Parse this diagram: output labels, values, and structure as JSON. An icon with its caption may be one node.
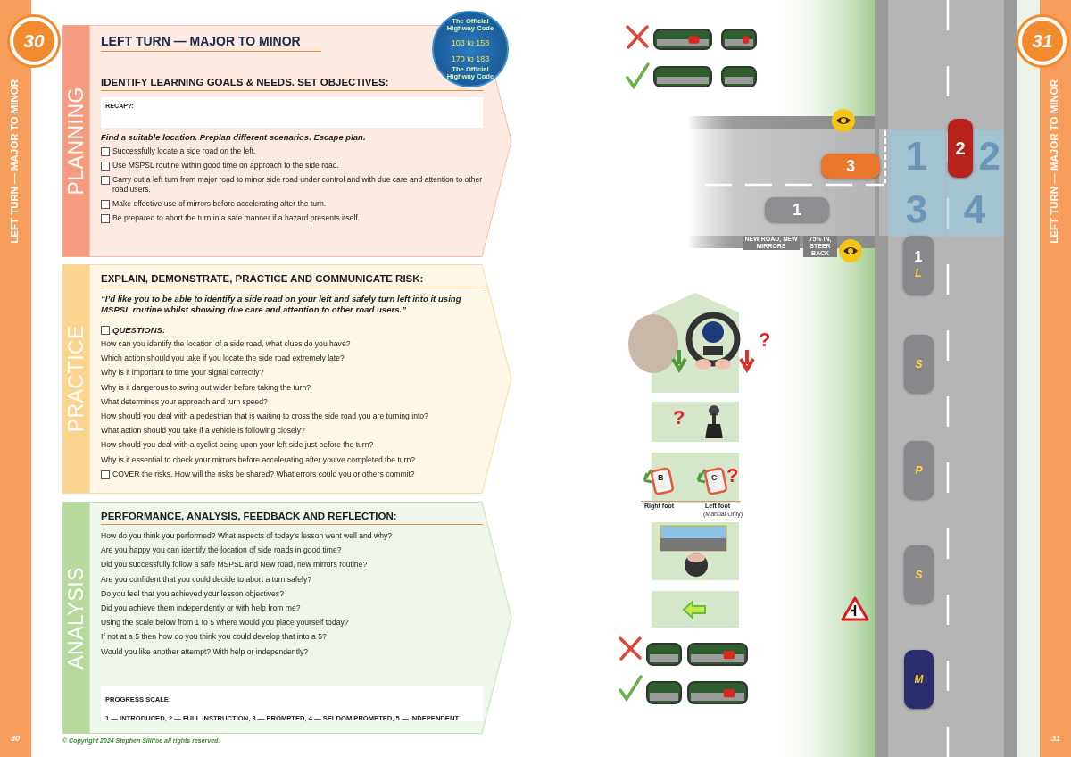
{
  "diagram": {
    "title": "LEFT TURN — MAJOR TO MINOR",
    "nodes": [
      {
        "text": [
          "30"
        ]
      },
      {
        "text": [
          "PLANNING",
          "IDENTIFY LEARNING GOALS & NEEDS. SET OBJECTIVES:",
          "Find a suitable location. Preplan different scenarios. Escape plan.",
          "Successfully locate a side road on the left.",
          "Use MSPSL routine within good time on approach to the side road.",
          "Carry out a left turn from major road to minor side road under control and with due care and attention to other road users.",
          "Make effective use of mirrors before accelerating after the turn.",
          "Be prepared to abort the turn in a safe manner if a hazard presents itself."
        ]
      },
      {
        "text": [
          "RECAP?:"
        ],
        "in": 1
      },
      {
        "text": [
          "The Official Highway Code",
          "103 to 158",
          "170 to 183",
          "The Official Highway Code"
        ]
      },
      {
        "text": [
          "PRACTICE",
          "EXPLAIN, DEMONSTRATE, PRACTICE AND COMMUNICATE RISK:",
          "“I’d like you to be able to identify a side road on your left and safely turn left into it using MSPSL routine whilst showing due care and attention to other road users.”",
          "QUESTIONS:",
          "How can you identify the location of a side road, what clues do you have?",
          "Which action should you take if you locate the side road extremely late?",
          "Why is it important to time your signal correctly?",
          "Why is it dangerous to swing out wider before taking the turn?",
          "What determines your approach and turn speed?",
          "How should you deal with a pedestrian that is waiting to cross the side road you are turning into?",
          "What action should you take if a vehicle is following closely?",
          "How should you deal with a cyclist being upon your left side just before the turn?",
          "Why is it essential to check your mirrors before accelerating after you’ve completed the turn?",
          "COVER the risks. How will the risks be shared? What errors could you or others commit?"
        ]
      },
      {
        "text": [
          "ANALYSIS",
          "PERFORMANCE, ANALYSIS, FEEDBACK AND REFLECTION:",
          "How do you think you performed? What aspects of today’s lesson went well and why?",
          "Are you happy you can identify the location of side roads in good time?",
          "Did you successfully follow a safe MSPSL and New road, new mirrors routine?",
          "Are you confident that you could decide to abort a turn safely?",
          "Do you feel that you achieved your lesson objectives?",
          "Did you achieve them independently or with help from me?",
          "Using the scale below from 1 to 5 where would you place yourself today?",
          "If not at a 5 then how do you think you could develop that into a 5?",
          "Would you like another attempt? With help or independently?"
        ]
      },
      {
        "text": [
          "PROGRESS SCALE:",
          "1 — INTRODUCED, 2 — FULL INSTRUCTION, 3 — PROMPTED, 4 — SELDOM PROMPTED, 5 — INDEPENDENT"
        ],
        "in": 5
      },
      {
        "text": [
          "31"
        ]
      },
      {
        "text": [
          "1"
        ]
      },
      {
        "text": [
          "2"
        ]
      },
      {
        "text": [
          "2"
        ]
      },
      {
        "text": [
          "3"
        ]
      },
      {
        "text": [
          "3"
        ]
      },
      {
        "text": [
          "4"
        ]
      },
      {
        "text": [
          "1"
        ]
      },
      {
        "text": [
          "1",
          "L"
        ]
      },
      {
        "text": [
          "S"
        ]
      },
      {
        "text": [
          "P"
        ]
      },
      {
        "text": [
          "S"
        ]
      },
      {
        "text": [
          "M"
        ]
      }
    ],
    "labels": [
      "LEFT TURN — MAJOR TO MINOR",
      "LEFT TURN — MAJOR TO MINOR",
      "NEW ROAD, NEW MIRRORS",
      "75% IN, STEER BACK",
      "?",
      "?",
      "B",
      "C",
      "?",
      "Right foot",
      "Left foot",
      "(Manual Only)",
      "30",
      "© Copyright 2024 Stephen Sillitoe all rights reserved.",
      "31"
    ]
  }
}
